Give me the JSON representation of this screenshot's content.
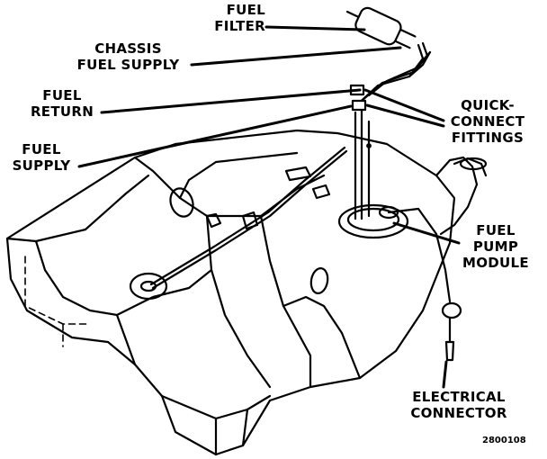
{
  "labels": {
    "fuel_filter": [
      "FUEL",
      "FILTER"
    ],
    "chassis_fuel_supply": [
      "CHASSIS",
      "FUEL SUPPLY"
    ],
    "fuel_return": [
      "FUEL",
      "RETURN"
    ],
    "fuel_supply": [
      "FUEL",
      "SUPPLY"
    ],
    "quick_connect_fittings": [
      "QUICK-",
      "CONNECT",
      "FITTINGS"
    ],
    "fuel_pump_module": [
      "FUEL",
      "PUMP",
      "MODULE"
    ],
    "electrical_connector": [
      "ELECTRICAL",
      "CONNECTOR"
    ]
  },
  "figure_code": "2800108"
}
